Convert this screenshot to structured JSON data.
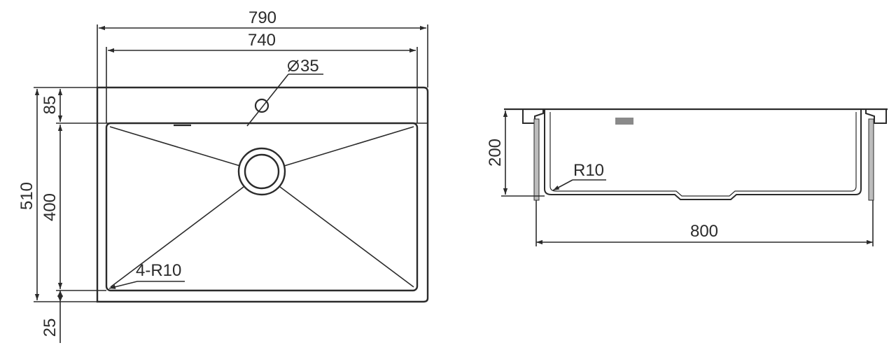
{
  "plan_view": {
    "overall_width": "790",
    "inner_width": "740",
    "tap_hole": "35",
    "overall_depth": "510",
    "ledge_depth": "85",
    "bowl_depth": "400",
    "front_margin": "25",
    "corner_radius": "4-R10"
  },
  "section_view": {
    "height": "200",
    "corner_radius": "R10",
    "length": "800"
  }
}
